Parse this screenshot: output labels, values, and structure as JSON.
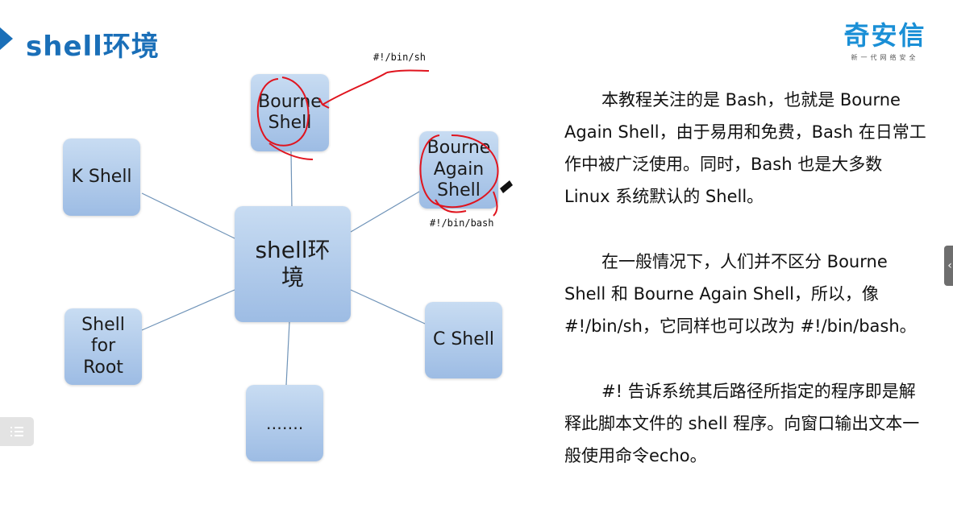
{
  "header": {
    "title": "shell环境",
    "logo_main": "奇安信",
    "logo_sub": "新一代网络安全"
  },
  "diagram": {
    "center": "shell环\n境",
    "nodes": {
      "bourne": "Bourne\nShell",
      "bash": "Bourne\nAgain\nShell",
      "kshell": "K Shell",
      "cshell": "C Shell",
      "root": "Shell\nfor\nRoot",
      "more": "……."
    },
    "annotations": {
      "sh": "#!/bin/sh",
      "bash": "#!/bin/bash"
    }
  },
  "text": {
    "p1": "本教程关注的是 Bash，也就是 Bourne Again Shell，由于易用和免费，Bash 在日常工作中被广泛使用。同时，Bash 也是大多数Linux 系统默认的 Shell。",
    "p2": "在一般情况下，人们并不区分 Bourne Shell 和 Bourne Again Shell，所以，像 #!/bin/sh，它同样也可以改为 #!/bin/bash。",
    "p3": "#! 告诉系统其后路径所指定的程序即是解释此脚本文件的 shell 程序。向窗口输出文本一般使用命令echo。"
  },
  "colors": {
    "title": "#1a6fb8",
    "logo": "#1a8fd6",
    "node_fill_top": "#c8dcf2",
    "node_fill_bottom": "#9dbce4",
    "connector": "#6f93b8",
    "annotation_ink": "#e0141e"
  },
  "icons": {
    "side_tab": "chevron-left-icon",
    "menu": "list-icon",
    "pen": "pen-cursor-icon"
  }
}
